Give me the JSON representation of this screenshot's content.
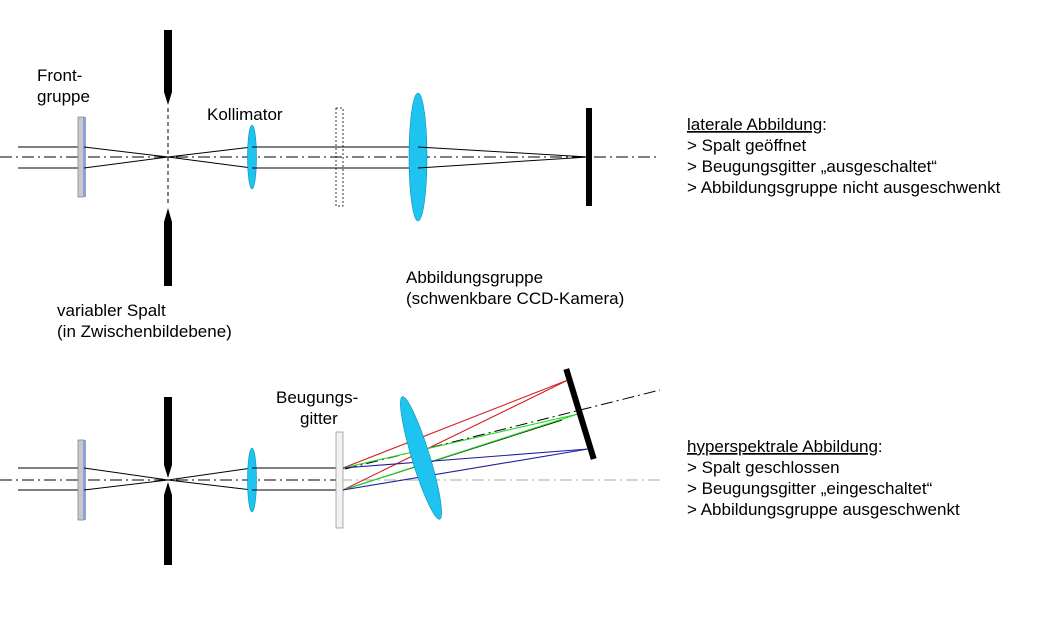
{
  "labels": {
    "front_group_line1": "Front-",
    "front_group_line2": "gruppe",
    "collimator": "Kollimator",
    "imaging_group_line1": "Abbildungsgruppe",
    "imaging_group_line2": "(schwenkbare CCD-Kamera)",
    "slit_line1": "variabler Spalt",
    "slit_line2": "(in Zwischenbildebene)",
    "grating_line1": "Beugungs-",
    "grating_line2": "gitter"
  },
  "lateral": {
    "heading": "laterale Abbildung",
    "heading_suffix": ":",
    "items": [
      "> Spalt geöffnet",
      "> Beugungsgitter „ausgeschaltet“",
      "> Abbildungsgruppe nicht ausgeschwenkt"
    ]
  },
  "hyperspectral": {
    "heading": "hyperspektrale Abbildung",
    "heading_suffix": ":",
    "items": [
      "> Spalt geschlossen",
      "> Beugungsgitter „eingeschaltet“",
      "> Abbildungsgruppe ausgeschwenkt"
    ]
  },
  "colors": {
    "lens": "#1EC3F0",
    "lens_stroke": "#0A8FB8",
    "filter": "#8FA2D8",
    "ray": "#000000",
    "red_ray": "#D42020",
    "green_ray": "#22D822",
    "blue_ray": "#1E1EA0",
    "axis_gray": "#AAAAAA"
  }
}
